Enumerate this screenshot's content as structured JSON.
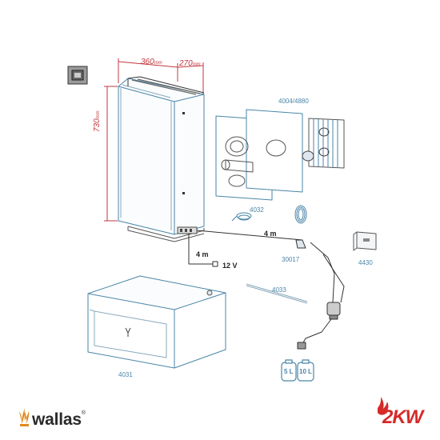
{
  "dimensions": {
    "width": "360",
    "depth": "270",
    "height": "730",
    "unit": "mm"
  },
  "parts": {
    "flue": "4004/4880",
    "wire_coil": "4032",
    "cable_coil": "30017",
    "control_panel": "4430",
    "fuel_line": "4033",
    "housing": "4031"
  },
  "cables": {
    "power_length": "4 m",
    "control_length": "4 m",
    "voltage": "12 V"
  },
  "tanks": {
    "small": "5 L",
    "large": "10 L"
  },
  "branding": {
    "name": "wallas",
    "trademark": "®",
    "power_badge": "2KW"
  },
  "colors": {
    "line": "#4a86a8",
    "dimension": "#c2373f",
    "badge": "#d52a2a",
    "logo_flame": "#e08a1e"
  }
}
